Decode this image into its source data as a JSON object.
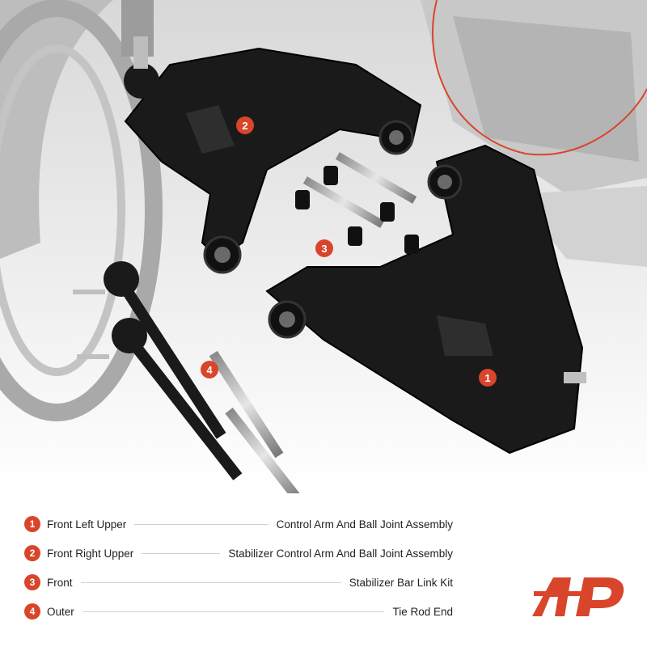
{
  "image": {
    "description_icon": "suspension-parts-photo",
    "accent_color": "#d9452b"
  },
  "callouts": [
    {
      "number": "1"
    },
    {
      "number": "2"
    },
    {
      "number": "3"
    },
    {
      "number": "4"
    }
  ],
  "legend": [
    {
      "number": "1",
      "left": "Front Left Upper",
      "right": "Control Arm And Ball Joint Assembly"
    },
    {
      "number": "2",
      "left": "Front Right Upper",
      "right": "Stabilizer Control Arm And Ball Joint Assembly"
    },
    {
      "number": "3",
      "left": "Front",
      "right": "Stabilizer Bar Link Kit"
    },
    {
      "number": "4",
      "left": "Outer",
      "right": "Tie Rod End"
    }
  ],
  "logo": {
    "icon": "a-premium-logo",
    "color": "#d9452b"
  }
}
